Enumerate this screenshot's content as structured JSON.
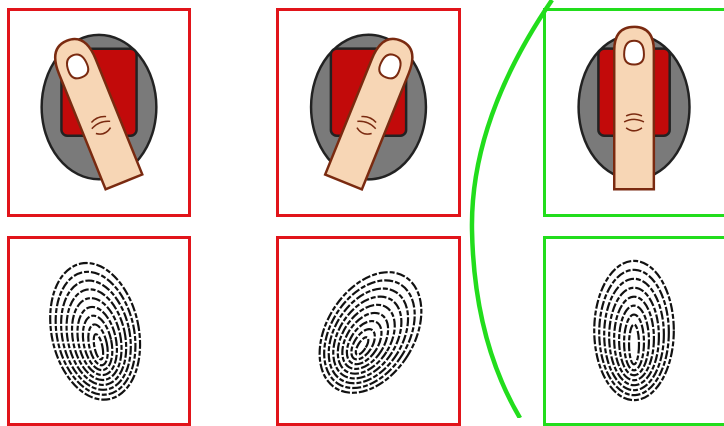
{
  "colors": {
    "incorrect_frame": "#e1141a",
    "correct_frame": "#22dd1c",
    "sensor_body": "#7a7a7a",
    "sensor_pad": "#c20a0a",
    "finger_skin": "#f7d6b5",
    "finger_outline": "#7a2a10"
  },
  "panels": {
    "top": [
      {
        "status": "incorrect",
        "icon": "finger-on-sensor-icon",
        "placement": "tilted-right",
        "tilt_deg": -22
      },
      {
        "status": "incorrect",
        "icon": "finger-on-sensor-icon",
        "placement": "tilted-left",
        "tilt_deg": 22
      },
      {
        "status": "correct",
        "icon": "finger-on-sensor-icon",
        "placement": "centered",
        "tilt_deg": 0
      }
    ],
    "bottom": [
      {
        "status": "incorrect",
        "icon": "fingerprint-scan-icon",
        "shape": "partial-rotated"
      },
      {
        "status": "incorrect",
        "icon": "fingerprint-scan-icon",
        "shape": "tilted-oval"
      },
      {
        "status": "correct",
        "icon": "fingerprint-scan-icon",
        "shape": "upright-full"
      }
    ]
  }
}
